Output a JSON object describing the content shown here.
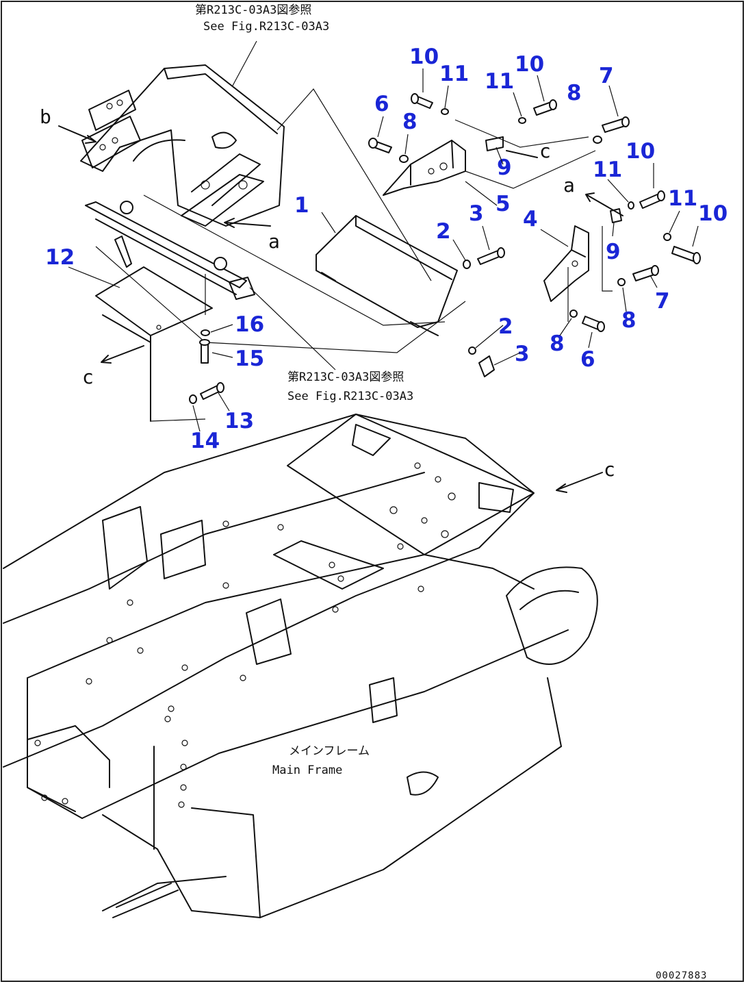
{
  "references": {
    "top_jp": "第R213C-03A3図参照",
    "top_en": "See Fig.R213C-03A3",
    "mid_jp": "第R213C-03A3図参照",
    "mid_en": "See Fig.R213C-03A3"
  },
  "main_frame": {
    "jp": "メインフレーム",
    "en": "Main Frame"
  },
  "view_letters": {
    "a1": "a",
    "a2": "a",
    "b1": "b",
    "c1": "c",
    "c2": "c",
    "c3": "c"
  },
  "callouts": {
    "c1": "1",
    "c2a": "2",
    "c2b": "2",
    "c3a": "3",
    "c3b": "3",
    "c4": "4",
    "c5": "5",
    "c6a": "6",
    "c6b": "6",
    "c7a": "7",
    "c7b": "7",
    "c8a": "8",
    "c8b": "8",
    "c8c": "8",
    "c8d": "8",
    "c9a": "9",
    "c9b": "9",
    "c10a": "10",
    "c10b": "10",
    "c10c": "10",
    "c10d": "10",
    "c11a": "11",
    "c11b": "11",
    "c11c": "11",
    "c11d": "11",
    "c12": "12",
    "c13": "13",
    "c14": "14",
    "c15": "15",
    "c16": "16"
  },
  "doc_id": "00027883",
  "colors": {
    "callout": "#1a26d6",
    "line": "#111111"
  }
}
